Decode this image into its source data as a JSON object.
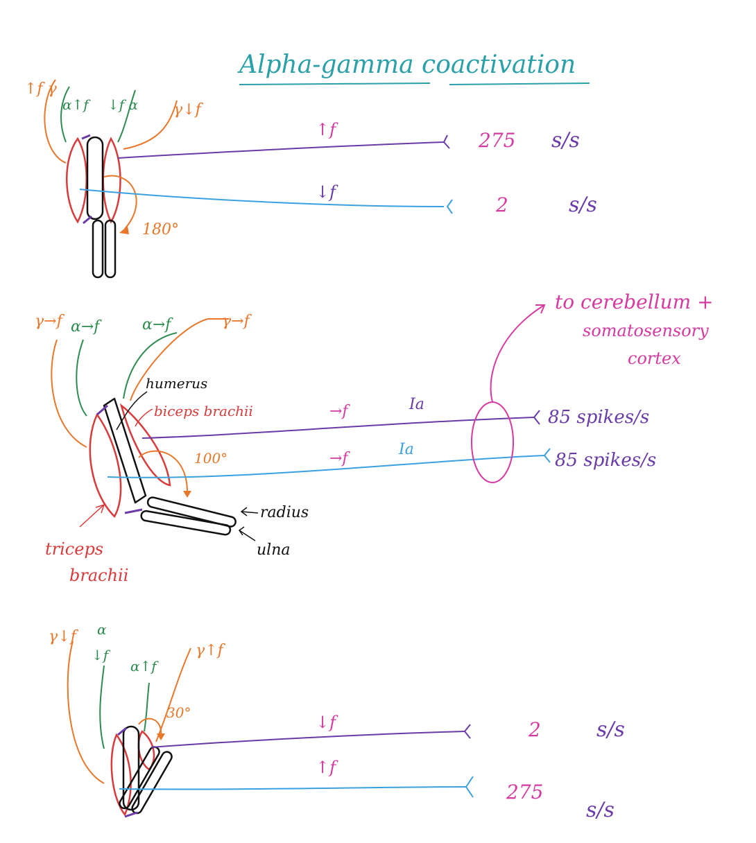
{
  "title": "Alpha-gamma coactivation",
  "colors": {
    "orange": "#e8772a",
    "green": "#2e8b4f",
    "magenta": "#d63aa0",
    "purple": "#6a3aa8",
    "blue": "#3aa0e0",
    "red": "#d93a3a",
    "black": "#111111",
    "teal": "#2aa0a8"
  },
  "panel1": {
    "labels": {
      "gamma": "↑f γ",
      "alpha_up": "α↑f",
      "alpha_down": "↓f α",
      "gamma_down": "γ↓f"
    },
    "angle": "180°",
    "line1": {
      "arrow": "↑f",
      "rate": "275",
      "unit": "s/s"
    },
    "line2": {
      "arrow": "↓f",
      "rate": "2",
      "unit": "s/s"
    }
  },
  "panel2": {
    "labels": {
      "gamma_l": "γ→f",
      "alpha_l": "α→f",
      "alpha_r": "α→f",
      "gamma_r": "γ→f"
    },
    "humerus": "humerus",
    "biceps": "biceps brachii",
    "angle": "100°",
    "radius": "radius",
    "ulna": "ulna",
    "triceps1": "triceps",
    "triceps2": "brachii",
    "line1": {
      "arrow": "→f",
      "fiber": "Ia",
      "rate": "85 spikes/s"
    },
    "line2": {
      "arrow": "→f",
      "fiber": "Ia",
      "rate": "85 spikes/s"
    },
    "dest1": "to cerebellum +",
    "dest2": "somatosensory",
    "dest3": "cortex"
  },
  "panel3": {
    "labels": {
      "gamma_down": "γ↓f",
      "alpha": "α",
      "alpha_down": "↓f",
      "alpha_up": "α↑f",
      "gamma_up": "γ↑f"
    },
    "angle": "30°",
    "line1": {
      "arrow": "↓f",
      "rate": "2",
      "unit": "s/s"
    },
    "line2": {
      "arrow": "↑f",
      "rate": "275",
      "unit": "s/s"
    }
  }
}
